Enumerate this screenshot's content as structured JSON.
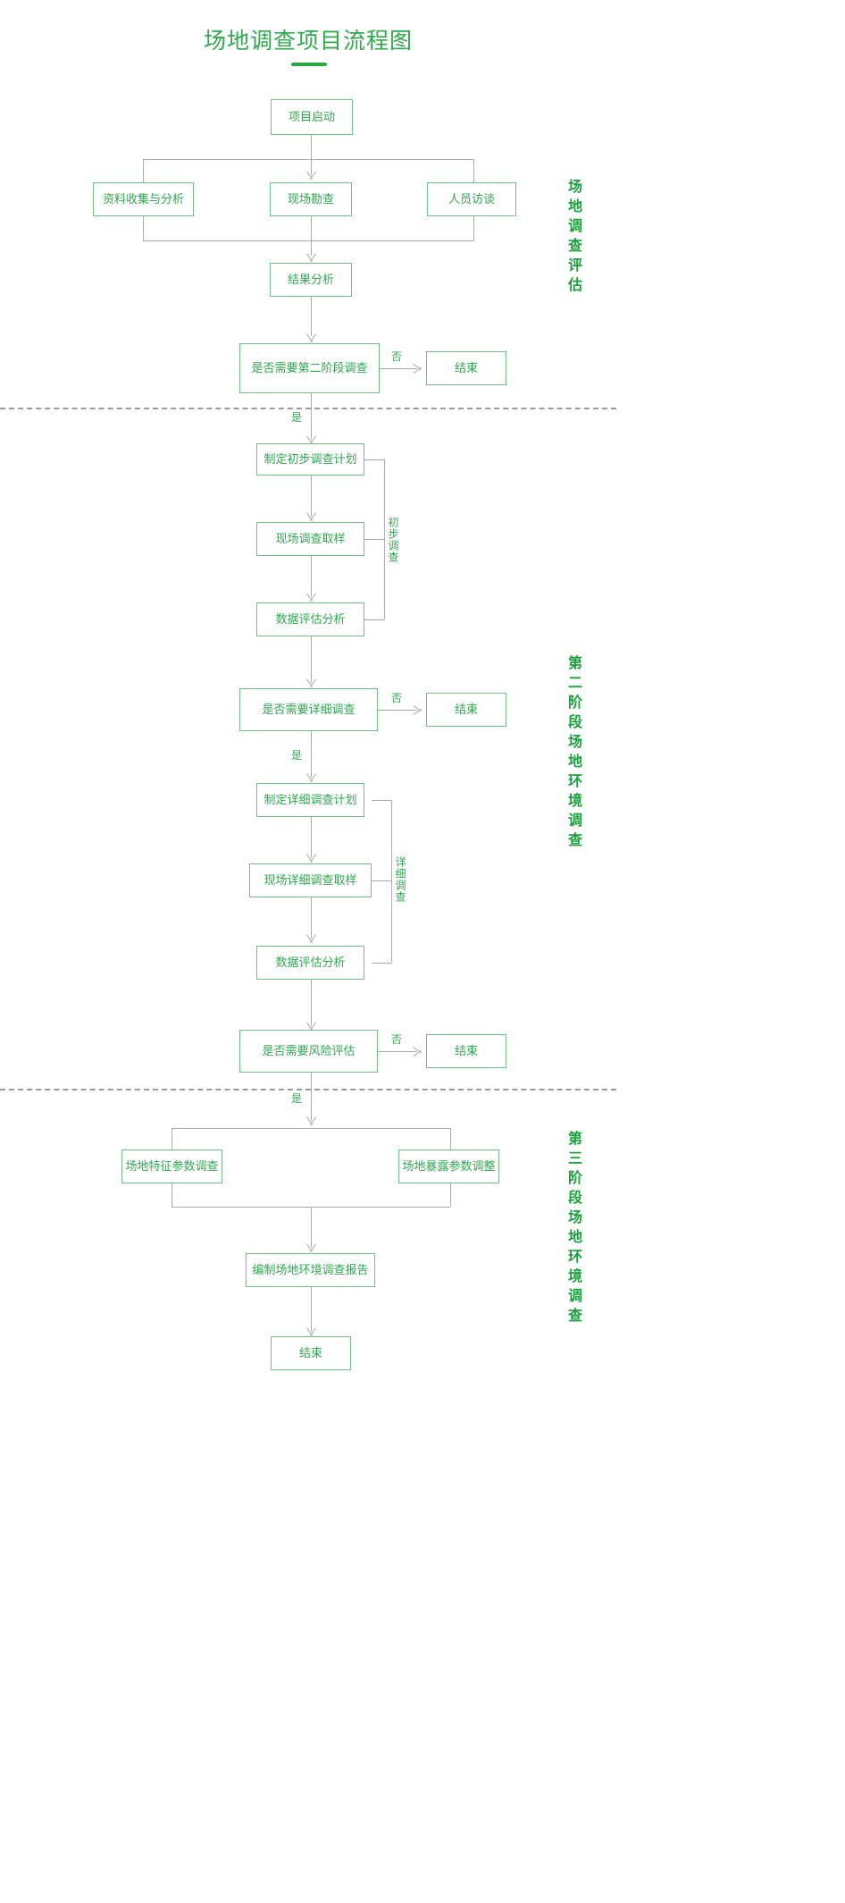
{
  "title": "场地调查项目流程图",
  "stages": [
    {
      "id": "stage-1",
      "caption": "场地调查评估"
    },
    {
      "id": "stage-2",
      "caption": "第二阶段场地环境调查"
    },
    {
      "id": "stage-3",
      "caption": "第三阶段场地环境调查"
    }
  ],
  "edge_labels": {
    "no_1": "否",
    "yes_1": "是",
    "no_2": "否",
    "yes_2": "是",
    "no_3": "否",
    "yes_3": "是"
  },
  "group_labels": {
    "preliminary": "初步调查",
    "detailed": "详细调查"
  },
  "nodes": {
    "project_start": "项目启动",
    "data_collection": "资料收集与分析",
    "site_survey": "现场勘查",
    "interviews": "人员访谈",
    "result_analysis": "结果分析",
    "decision_phase2": "是否需要第二阶段调查",
    "end_1": "结束",
    "prelim_plan": "制定初步调查计划",
    "prelim_sampling": "现场调查取样",
    "prelim_data_eval": "数据评估分析",
    "decision_detailed": "是否需要详细调查",
    "end_2": "结束",
    "detailed_plan": "制定详细调查计划",
    "detailed_sampling": "现场详细调查取样",
    "detailed_data_eval": "数据评估分析",
    "decision_risk": "是否需要风险评估",
    "end_3": "结束",
    "site_feature_params": "场地特征参数调查",
    "site_exposure_params": "场地暴露参数调整",
    "compile_report": "编制场地环境调查报告",
    "end_final": "结束"
  },
  "colors": {
    "accent": "#2fa84f",
    "node_border": "#6fbf84",
    "connector": "#aaaaaa",
    "divider": "#9a9a9a",
    "stage_caption": "#1aa03c",
    "background": "#ffffff"
  }
}
